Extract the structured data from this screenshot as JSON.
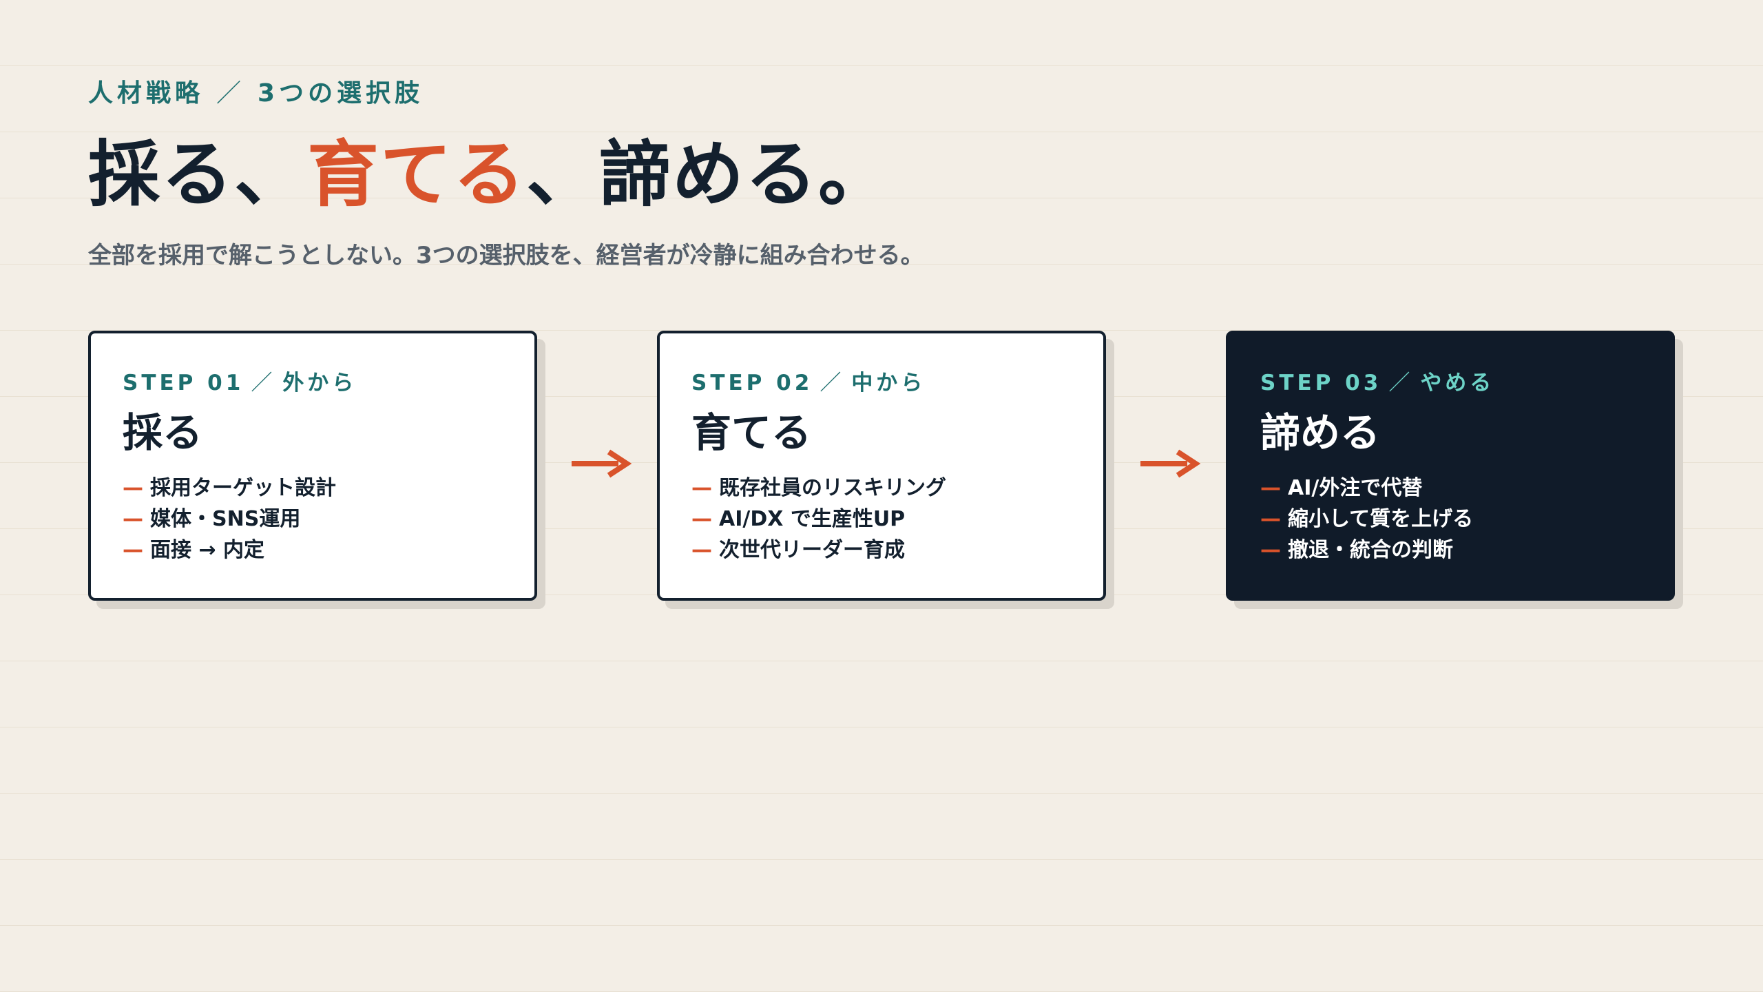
{
  "header": {
    "eyebrow_main": "人材戦略",
    "eyebrow_sep": "／",
    "eyebrow_sub": "3つの選択肢",
    "headline_part1": "採る、",
    "headline_accent": "育てる",
    "headline_part2": "、諦める。",
    "subline": "全部を採用で解こうとしない。3つの選択肢を、経営者が冷静に組み合わせる。"
  },
  "steps": [
    {
      "step": "STEP 01",
      "sep": "／",
      "tag": "外から",
      "title": "採る",
      "items": [
        "採用ターゲット設計",
        "媒体・SNS運用",
        "面接 → 内定"
      ]
    },
    {
      "step": "STEP 02",
      "sep": "／",
      "tag": "中から",
      "title": "育てる",
      "items": [
        "既存社員のリスキリング",
        "AI/DX で生産性UP",
        "次世代リーダー育成"
      ]
    },
    {
      "step": "STEP 03",
      "sep": "／",
      "tag": "やめる",
      "title": "諦める",
      "items": [
        "AI/外注で代替",
        "縮小して質を上げる",
        "撤退・統合の判断"
      ]
    }
  ],
  "bullet_char": "—",
  "icons": {
    "connector": "arrow-right-icon"
  },
  "colors": {
    "background": "#f3eee6",
    "accent": "#d9532b",
    "teal": "#1d6e6e",
    "teal_light": "#6dd3c7",
    "navy": "#101b29",
    "ink": "#13202e",
    "muted": "#56606b"
  }
}
